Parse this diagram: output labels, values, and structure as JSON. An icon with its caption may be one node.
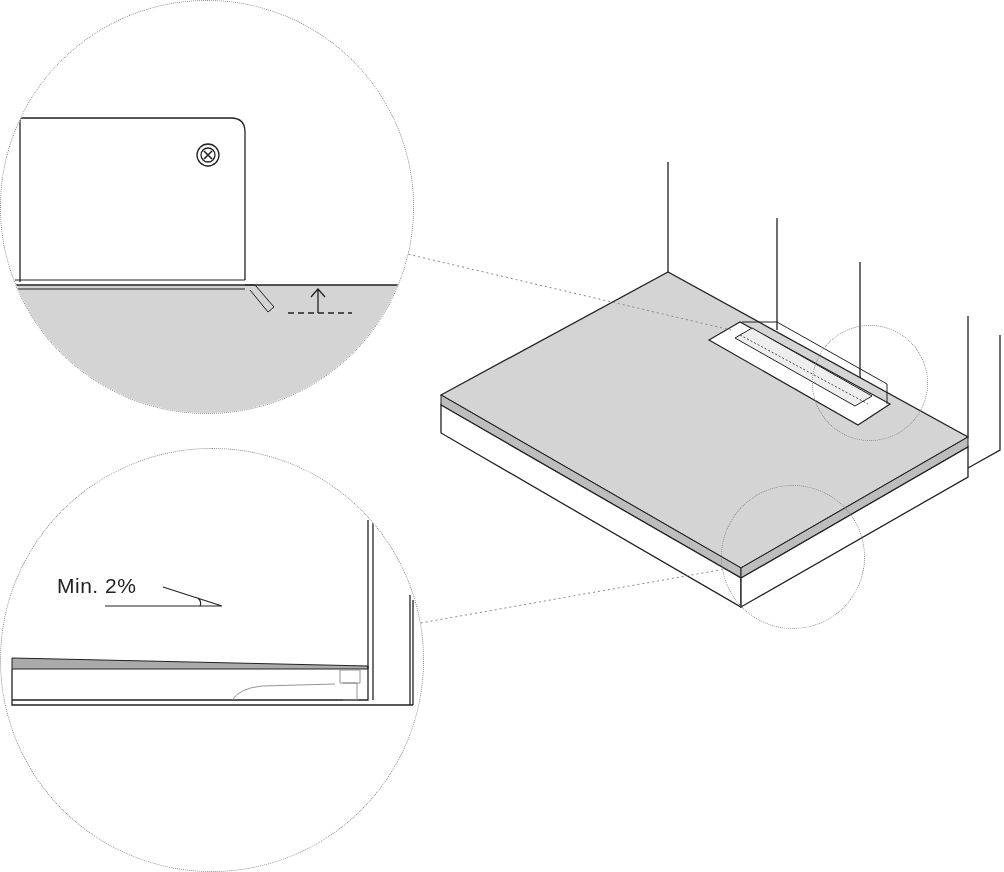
{
  "diagram": {
    "nodes": [
      {
        "text": [],
        "shape": "circle"
      },
      {
        "text": [],
        "shape": "circle"
      },
      {
        "text": [],
        "shape": "circle"
      },
      {
        "text": [],
        "shape": "circle"
      }
    ],
    "edges": [
      {
        "from": 0,
        "to": null,
        "arrow": "none",
        "style": "dashed"
      },
      {
        "from": 2,
        "to": 3,
        "arrow": "none",
        "style": "dashed"
      }
    ],
    "labels": [
      "Min. 2%"
    ]
  }
}
